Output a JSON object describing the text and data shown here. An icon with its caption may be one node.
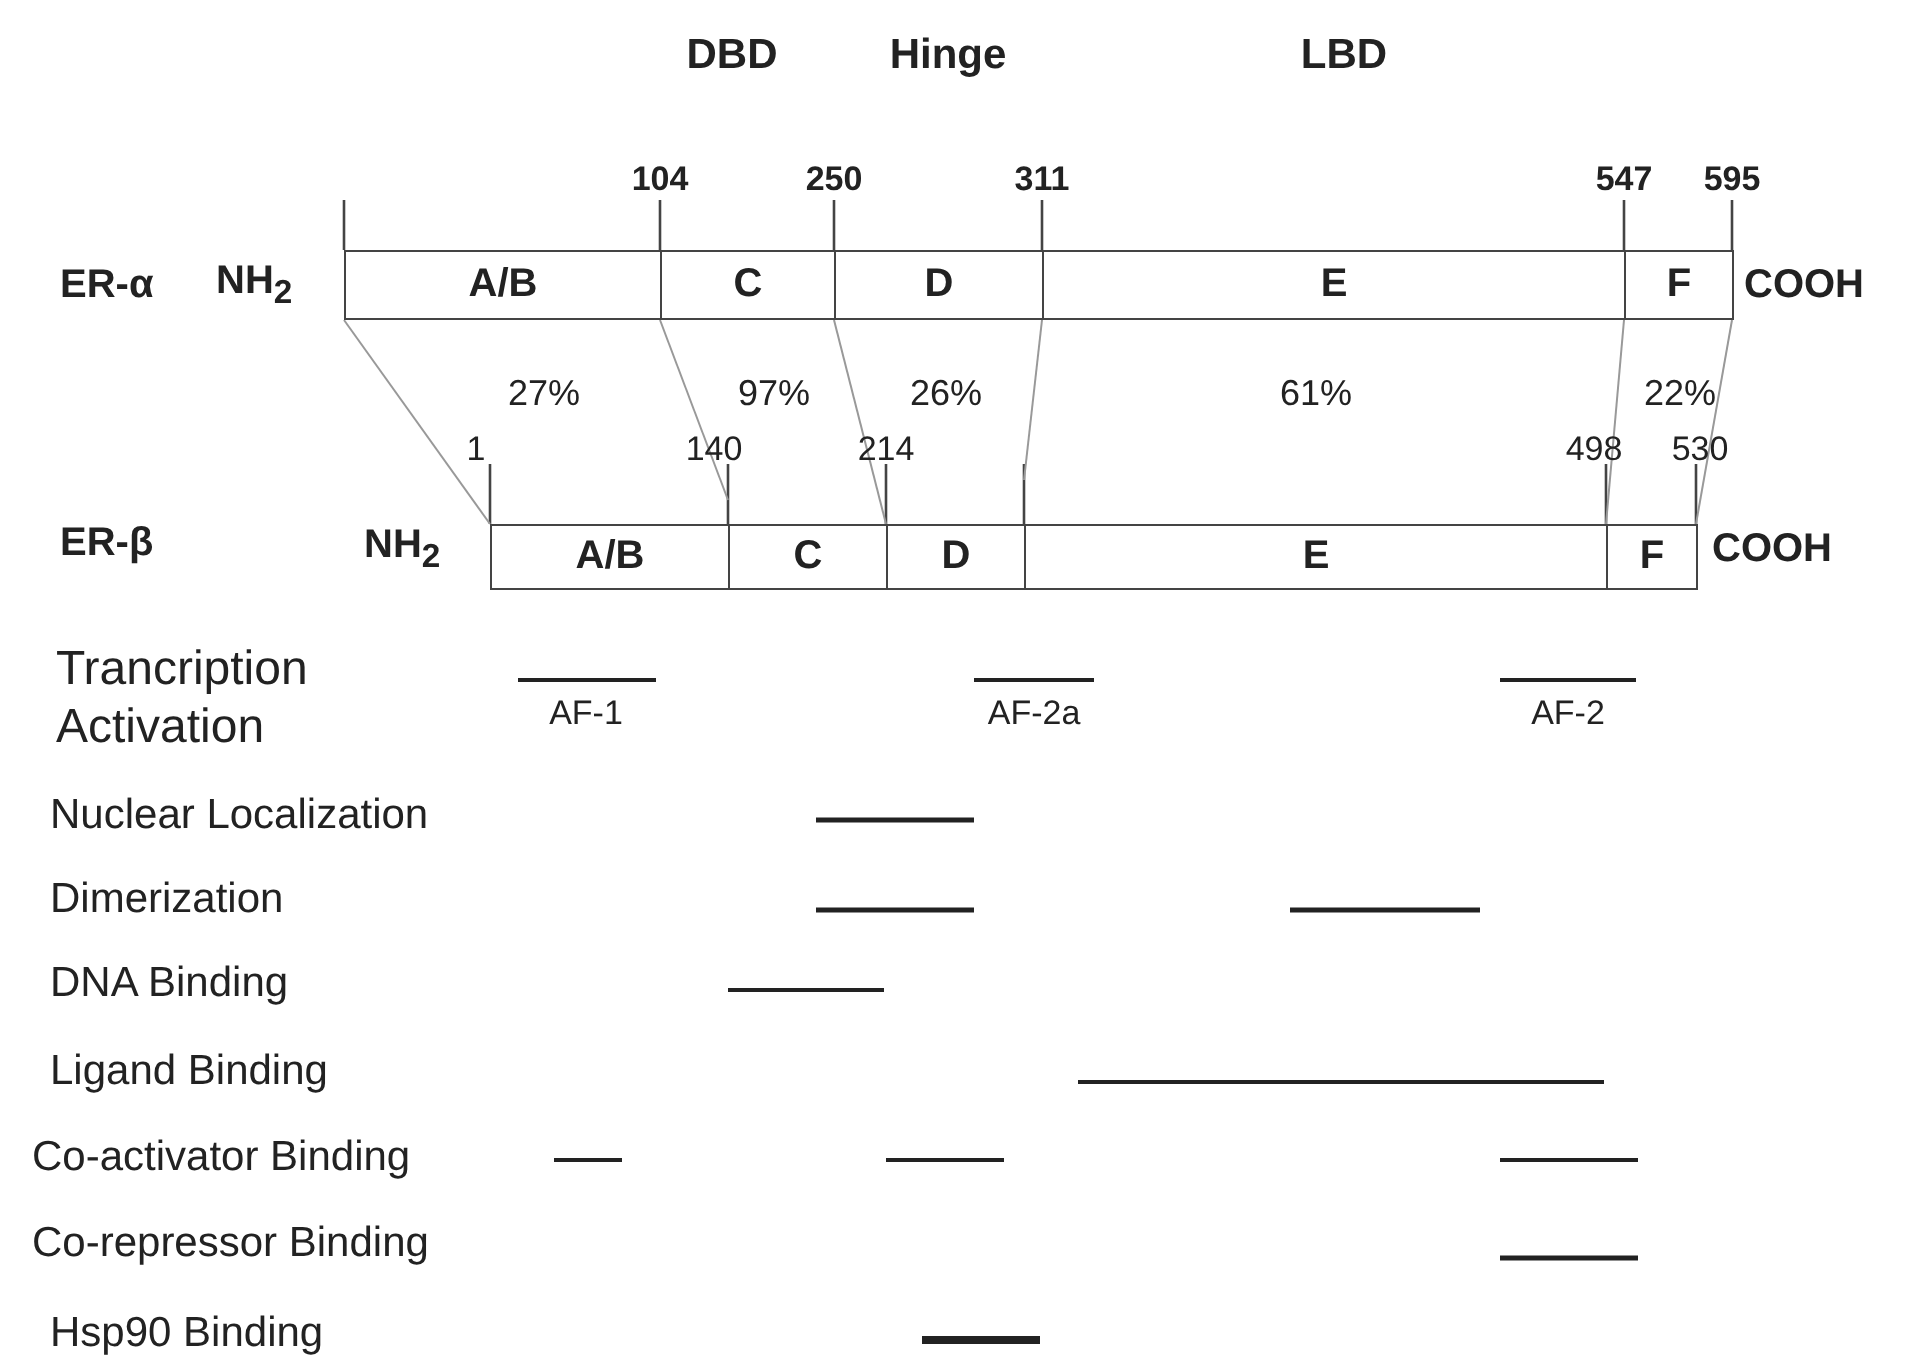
{
  "diagram": {
    "nodes": [
      {
        "text": [
          "A/B"
        ],
        "beside": [
          "NH$_{2}$"
        ]
      },
      {
        "text": [
          "C"
        ]
      },
      {
        "text": [
          "D"
        ]
      },
      {
        "text": [
          "E"
        ]
      },
      {
        "text": [
          "F"
        ],
        "beside": [
          "COOH"
        ]
      },
      {
        "text": [
          "A/B"
        ],
        "beside": [
          "NH$_{2}$"
        ]
      },
      {
        "text": [
          "C"
        ]
      },
      {
        "text": [
          "D"
        ]
      },
      {
        "text": [
          "E"
        ]
      },
      {
        "text": [
          "F"
        ],
        "beside": [
          "COOH"
        ]
      }
    ],
    "labels": [
      "DBD",
      "Hinge",
      "LBD",
      "104",
      "250",
      "311",
      "547",
      "595",
      "ER-α",
      "27%",
      "97%",
      "26%",
      "61%",
      "22%",
      "1",
      "140",
      "214",
      "498",
      "530",
      "ER-β",
      "Trancription Activation",
      "AF-1",
      "AF-2a",
      "AF-2",
      "Nuclear Localization",
      "Dimerization",
      "DNA Binding",
      "Ligand Binding",
      "Co-activator Binding",
      "Co-repressor Binding",
      "Hsp90 Binding"
    ]
  }
}
